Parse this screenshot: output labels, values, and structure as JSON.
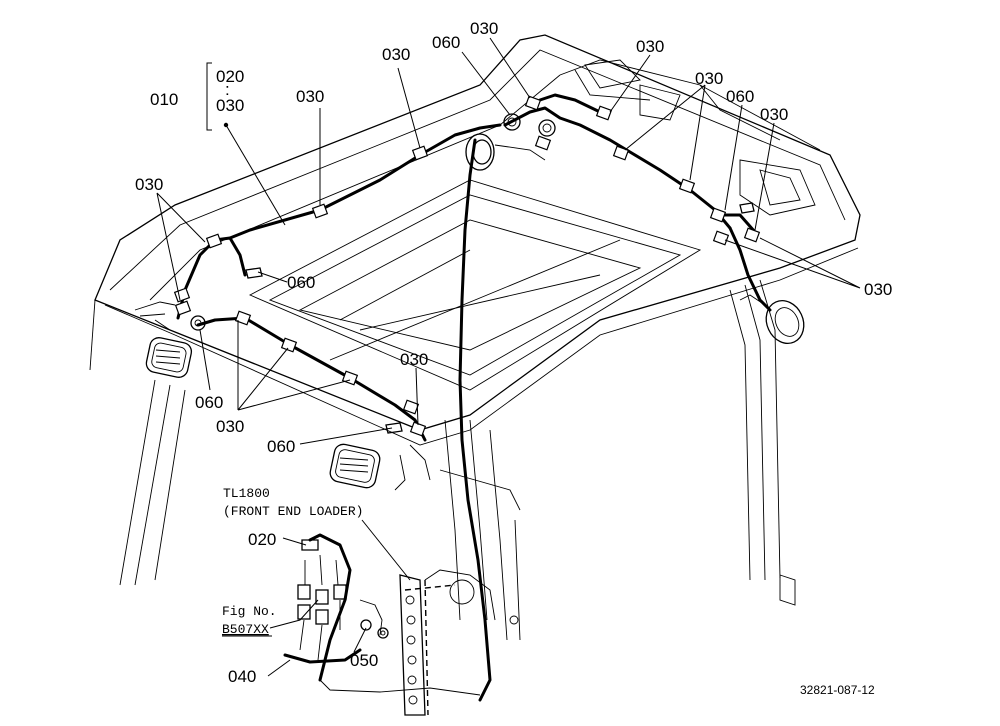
{
  "callouts": {
    "assembly": "010",
    "range_start": "020",
    "range_end": "030",
    "clip": "030",
    "tie": "060",
    "bracket_part": "020",
    "band": "040",
    "grommet": "050"
  },
  "loader_note": {
    "model": "TL1800",
    "description": "(FRONT END LOADER)"
  },
  "fig_ref": {
    "label": "Fig No.",
    "number": "B507XX"
  },
  "diagram_id": "32821-087-12"
}
